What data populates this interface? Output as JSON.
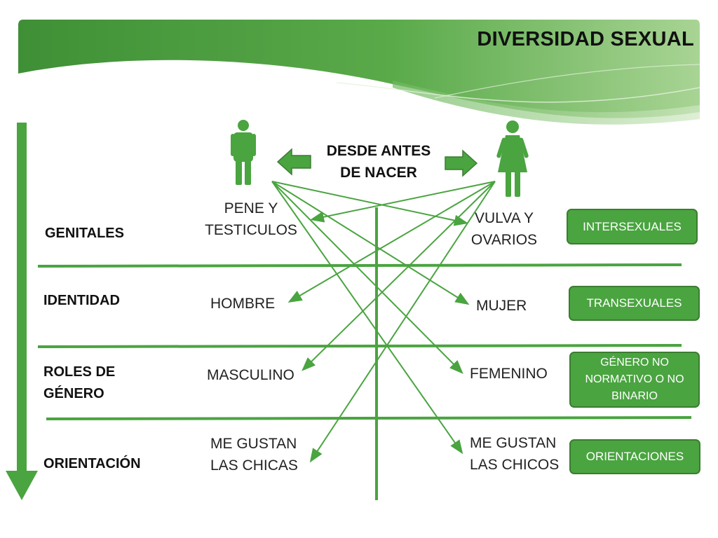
{
  "title": "DIVERSIDAD SEXUAL",
  "center_heading": "DESDE ANTES DE NACER",
  "rows": [
    {
      "label": "GENITALES",
      "left": "PENE Y TESTICULOS",
      "right": "VULVA Y OVARIOS",
      "badge": "INTERSEXUALES"
    },
    {
      "label": "IDENTIDAD",
      "left": "HOMBRE",
      "right": "MUJER",
      "badge": "TRANSEXUALES"
    },
    {
      "label": "ROLES DE GÉNERO",
      "left": "MASCULINO",
      "right": "FEMENINO",
      "badge": "GÉNERO NO NORMATIVO O NO BINARIO"
    },
    {
      "label": "ORIENTACIÓN",
      "left": "ME GUSTAN LAS CHICAS",
      "right": "ME GUSTAN LAS CHICOS",
      "badge": "ORIENTACIONES"
    }
  ],
  "icons": {
    "left": "male-figure-icon",
    "right": "female-figure-icon"
  },
  "colors": {
    "green": "#4aa440",
    "dark_green": "#3a7d30",
    "banner_dark": "#3f8f36",
    "banner_light": "#a8d494"
  }
}
